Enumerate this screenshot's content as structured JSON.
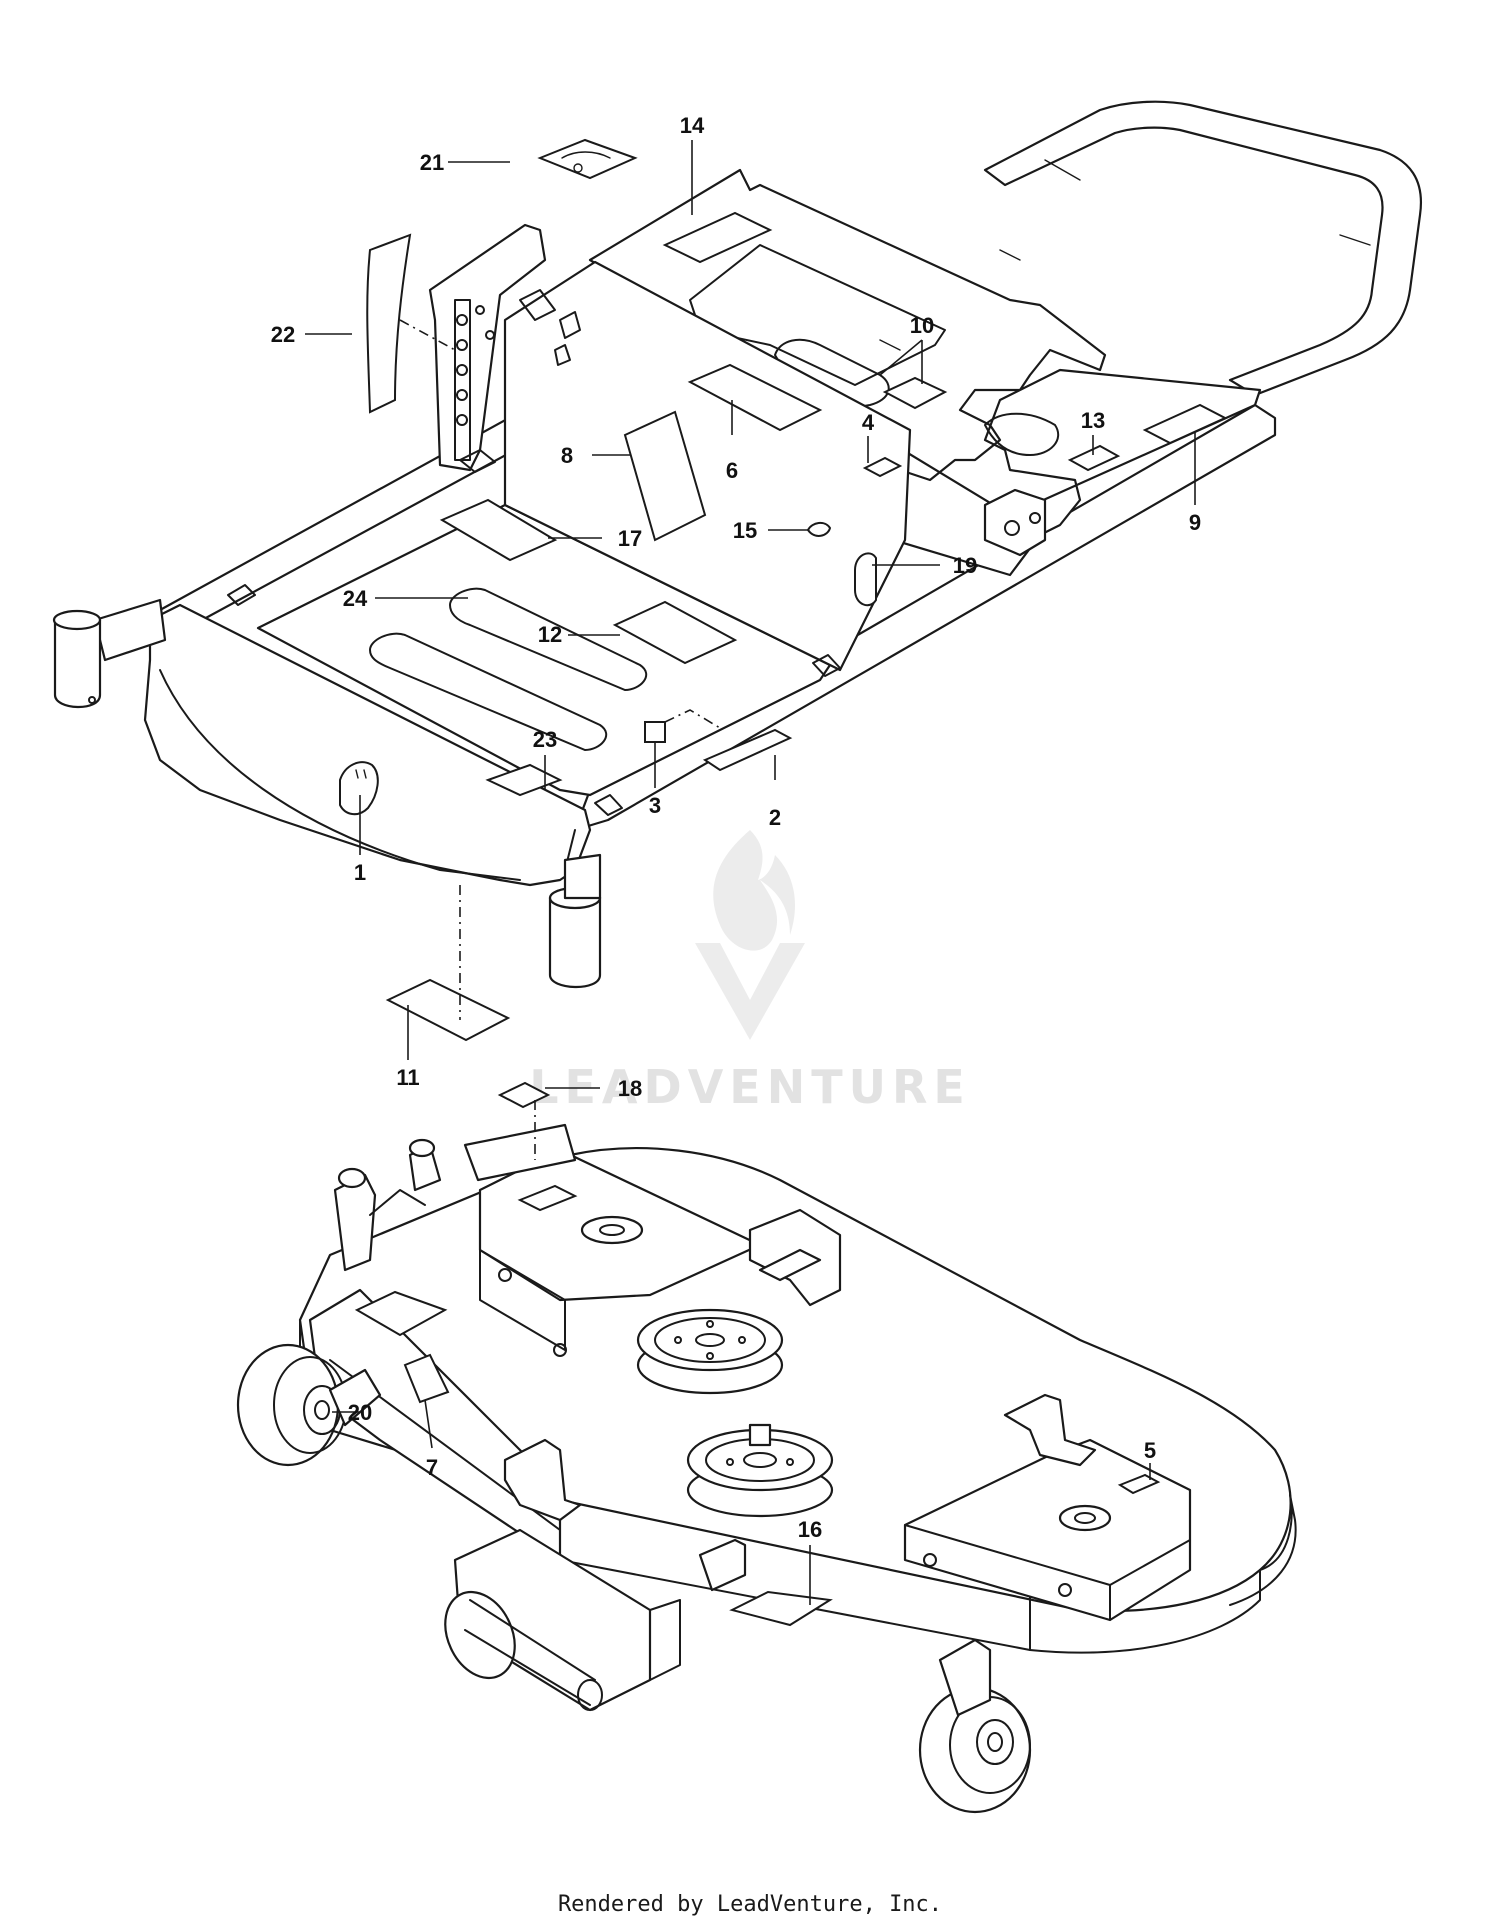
{
  "diagram": {
    "callouts": [
      "1",
      "2",
      "3",
      "4",
      "5",
      "6",
      "7",
      "8",
      "9",
      "10",
      "11",
      "12",
      "13",
      "14",
      "15",
      "16",
      "17",
      "18",
      "19",
      "20",
      "21",
      "22",
      "23",
      "24"
    ]
  },
  "watermark": {
    "brand": "LEADVENTURE"
  },
  "footer": {
    "credit": "Rendered by LeadVenture, Inc."
  }
}
